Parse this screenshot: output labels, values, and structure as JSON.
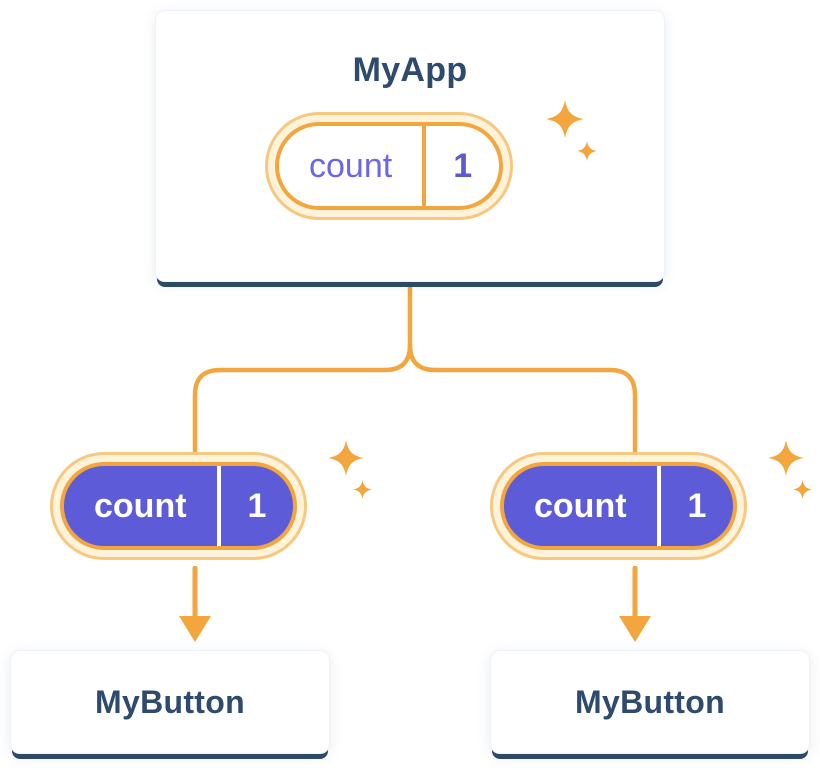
{
  "root_card": {
    "title": "MyApp",
    "state": {
      "name": "count",
      "value": "1"
    }
  },
  "child_cards": [
    {
      "title": "MyButton",
      "state": {
        "name": "count",
        "value": "1"
      }
    },
    {
      "title": "MyButton",
      "state": {
        "name": "count",
        "value": "1"
      }
    }
  ],
  "icons": {
    "sparkle": "four-point-sparkle",
    "arrow": "arrow-down"
  },
  "colors": {
    "orange": "#F2A63D",
    "orange_light_border": "#F8C87E",
    "cream": "#FFF3DC",
    "purple": "#5D5BD8",
    "navy_text": "#2E4A6C",
    "card_shadow": "#2C4A68",
    "background": "#FFFFFF"
  }
}
